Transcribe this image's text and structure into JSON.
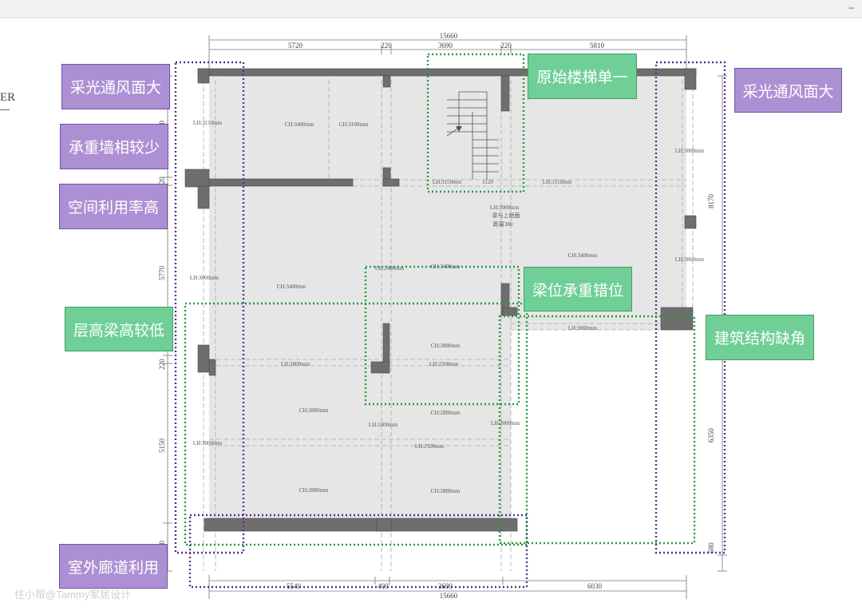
{
  "window": {
    "minimize_glyph": "–"
  },
  "edge_text": "ER",
  "dimensions": {
    "top_total": "15660",
    "top_segments": [
      "5720",
      "220",
      "3690",
      "220",
      "5810"
    ],
    "bottom_total": "15660",
    "bottom_segments": [
      "5540",
      "400",
      "3690",
      "6030"
    ],
    "left_segments": [
      "3380",
      "220",
      "5770",
      "220",
      "5150",
      "1580"
    ],
    "right_segments": [
      "8170",
      "220",
      "6350",
      "580"
    ]
  },
  "room_labels": [
    "LH:3110mm",
    "CH:3400mm",
    "CH:3100mm",
    "LH:3000mm",
    "LH:3150mm",
    "1120",
    "LH:3150mm",
    "LH:3000mm",
    "梁与上地面",
    "距离380",
    "CH:3400mm",
    "LH:3000mm",
    "LH:3000mm",
    "CH:3400mm",
    "LH:2400mm",
    "CH:3400mm",
    "LH:3000mm",
    "CH:2880mm",
    "LH:2800mm",
    "LH:2500mm",
    "CH:2880mm",
    "LH:2400mm",
    "CH:2880mm",
    "LH:3000mm",
    "LH:3000mm",
    "LH:2500mm",
    "CH:2880mm",
    "CH:2880mm"
  ],
  "annotations": [
    {
      "id": "a1",
      "text": "采光通风面大",
      "color": "purple"
    },
    {
      "id": "a2",
      "text": "承重墙相较少",
      "color": "purple"
    },
    {
      "id": "a3",
      "text": "空间利用率高",
      "color": "purple"
    },
    {
      "id": "a4",
      "text": "层高梁高较低",
      "color": "green"
    },
    {
      "id": "a5",
      "text": "室外廊道利用",
      "color": "purple"
    },
    {
      "id": "a6",
      "text": "原始楼梯单一",
      "color": "green"
    },
    {
      "id": "a7",
      "text": "采光通风面大",
      "color": "purple"
    },
    {
      "id": "a8",
      "text": "梁位承重错位",
      "color": "green"
    },
    {
      "id": "a9",
      "text": "建筑结构缺角",
      "color": "green"
    }
  ],
  "watermark": "住小帮@Tammy家居设计",
  "colors": {
    "wall": "#6e6e6e",
    "floor": "#e6e6e6",
    "purple": "#ad90d3",
    "green": "#6fcf97",
    "purple_dots": "#5b2d8e",
    "green_dots": "#1e9e3e"
  }
}
